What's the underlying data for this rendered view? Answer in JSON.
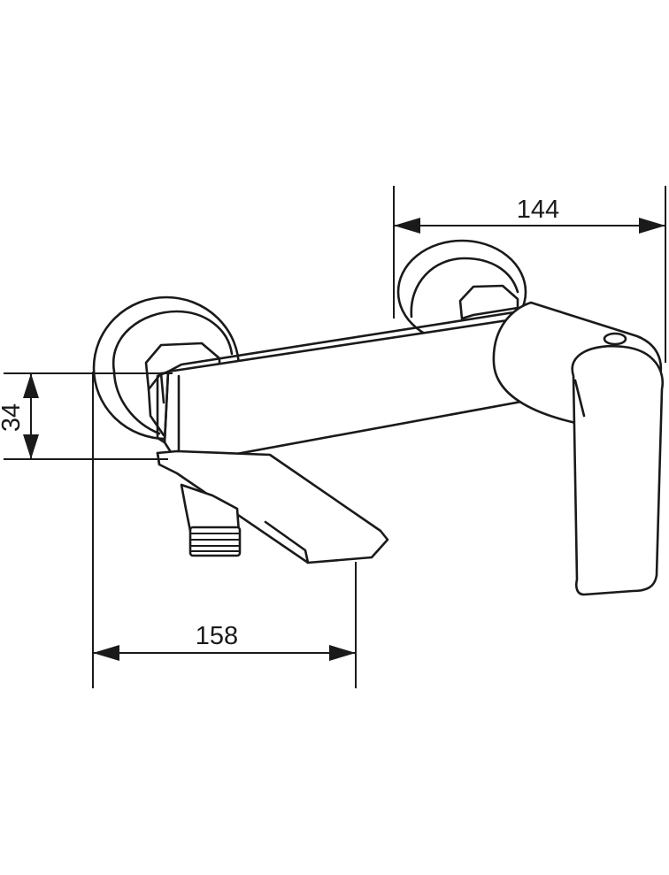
{
  "dimensions": {
    "top_width": "144",
    "bottom_width": "158",
    "height": "34"
  },
  "colors": {
    "line": "#1a1a1a",
    "background": "#ffffff"
  }
}
